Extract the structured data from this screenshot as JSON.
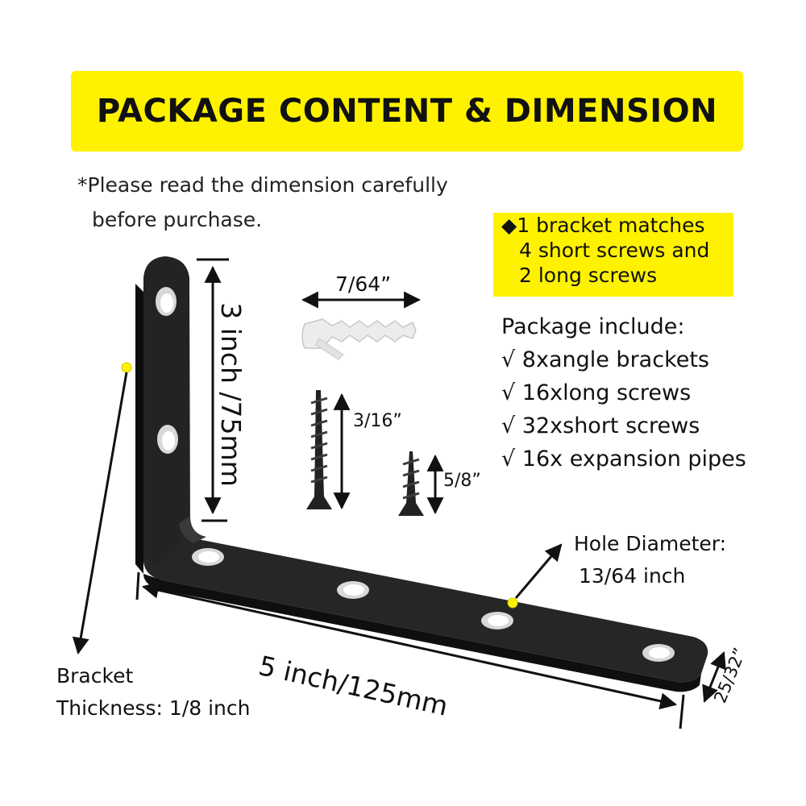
{
  "banner": {
    "title": "PACKAGE CONTENT & DIMENSION",
    "color": "#fff200"
  },
  "note": {
    "line1": "*Please read the dimension carefully",
    "line2": "before purchase."
  },
  "match_box": {
    "line1": "◆1 bracket matches",
    "line2": "4 short screws and",
    "line3": "2 long screws"
  },
  "package": {
    "heading": "Package include:",
    "items": [
      "√ 8xangle brackets",
      "√ 16xlong screws",
      "√ 32xshort screws",
      "√ 16x expansion pipes"
    ]
  },
  "dimensions": {
    "anchor_width": "7/64”",
    "long_screw": "3/16”",
    "short_screw": "5/8”",
    "height": "3 inch /75mm",
    "length": "5 inch/125mm",
    "width": "25/32”"
  },
  "hole": {
    "line1": "Hole Diameter:",
    "line2": "13/64 inch"
  },
  "thickness": {
    "line1": "Bracket",
    "line2": "Thickness: 1/8 inch"
  },
  "icons": [
    "angle-bracket",
    "expansion-anchor",
    "long-screw",
    "short-screw",
    "dimension-arrow"
  ],
  "colors": {
    "bracket": "#1e1e1e",
    "highlight": "#fff200",
    "marker_dot": "#fff200"
  }
}
